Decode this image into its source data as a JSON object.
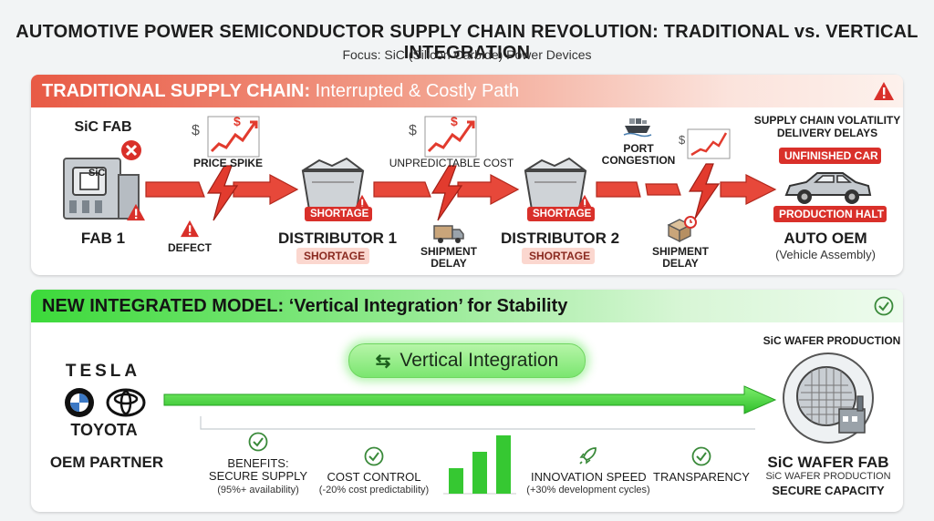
{
  "title": "AUTOMOTIVE POWER SEMICONDUCTOR SUPPLY CHAIN REVOLUTION: TRADITIONAL vs. VERTICAL INTEGRATION",
  "subtitle": "Focus: SiC (Silicon Carbide) Power Devices",
  "traditional": {
    "banner_bold": "TRADITIONAL SUPPLY CHAIN:",
    "banner_rest": " Interrupted & Costly Path",
    "fab_title": "SiC FAB",
    "chip_label": "SiC",
    "fab_label": "FAB 1",
    "defect": "DEFECT",
    "price_spike": "PRICE SPIKE",
    "unpredictable_cost": "UNPREDICTABLE COST",
    "distributor1": "DISTRIBUTOR 1",
    "distributor2": "DISTRIBUTOR 2",
    "shortage": "SHORTAGE",
    "shipment_delay_1": "SHIPMENT\nDELAY",
    "shipment_delay_2": "SHIPMENT\nDELAY",
    "port_congestion": "PORT\nCONGESTION",
    "volatility": "SUPPLY CHAIN VOLATILITY",
    "delivery_delays": "DELIVERY DELAYS",
    "unfinished_car": "UNFINISHED CAR",
    "production_halt": "PRODUCTION HALT",
    "auto_oem": "AUTO OEM",
    "auto_oem_sub": "(Vehicle Assembly)"
  },
  "integrated": {
    "banner_text": "NEW INTEGRATED MODEL: ‘Vertical Integration’ for Stability",
    "pill": "Vertical Integration",
    "logo_tesla": "TESLA",
    "logo_toyota": "TOYOTA",
    "oem_partner": "OEM PARTNER",
    "wafer_production_top": "SiC WAFER PRODUCTION",
    "wafer_fab": "SiC WAFER FAB",
    "wafer_production_sub": "SiC WAFER PRODUCTION",
    "secure_capacity": "SECURE CAPACITY",
    "benefits": [
      {
        "title": "BENEFITS:\nSECURE SUPPLY",
        "sub": "(95%+ availability)"
      },
      {
        "title": "COST CONTROL",
        "sub": "(-20% cost predictability)"
      },
      {
        "title": "INNOVATION SPEED",
        "sub": "(+30% development cycles)"
      },
      {
        "title": "TRANSPARENCY",
        "sub": ""
      }
    ]
  },
  "colors": {
    "red": "#e23b2e",
    "green": "#3ccf3a",
    "dark": "#1d1d1d"
  }
}
